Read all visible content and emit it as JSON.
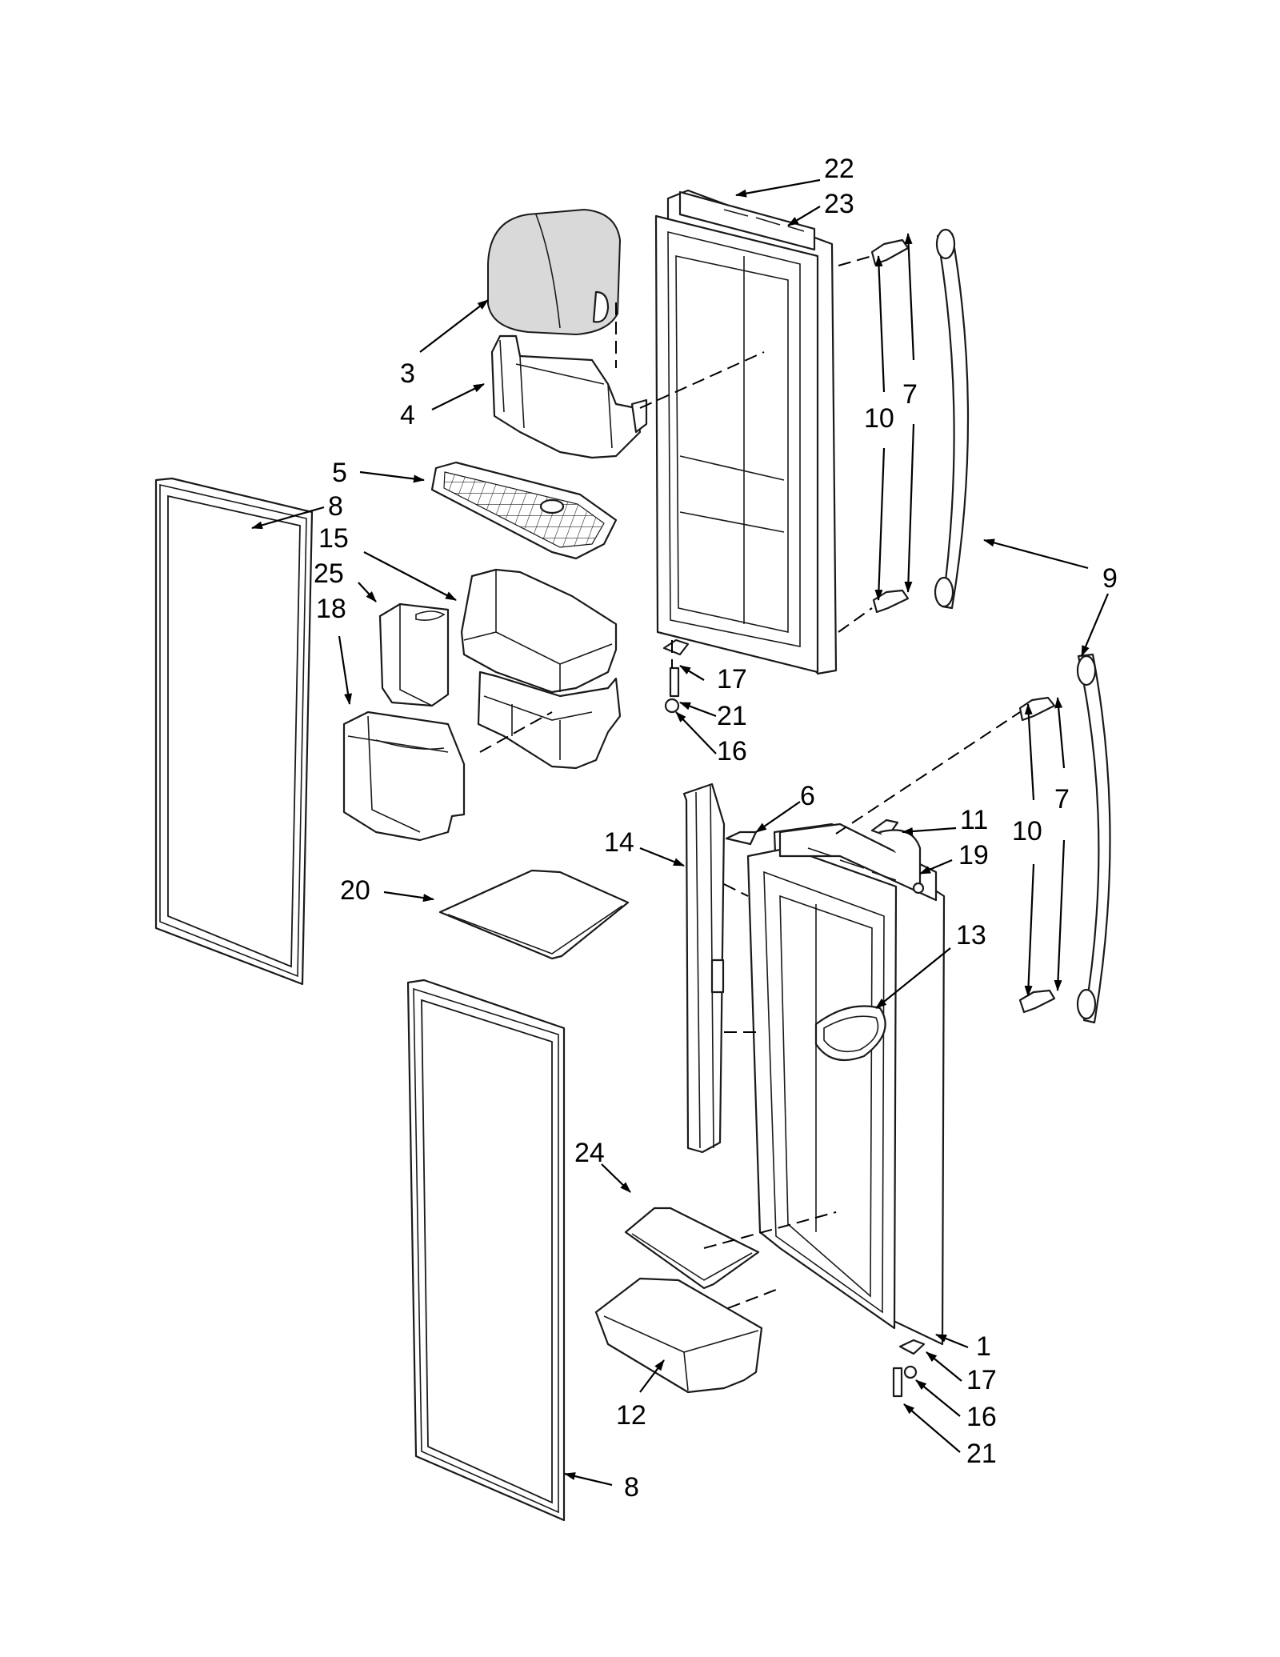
{
  "callouts": [
    {
      "id": "c22",
      "label": "22"
    },
    {
      "id": "c23",
      "label": "23"
    },
    {
      "id": "c3",
      "label": "3"
    },
    {
      "id": "c4",
      "label": "4"
    },
    {
      "id": "c10a",
      "label": "10"
    },
    {
      "id": "c7a",
      "label": "7"
    },
    {
      "id": "c5",
      "label": "5"
    },
    {
      "id": "c8a",
      "label": "8"
    },
    {
      "id": "c15",
      "label": "15"
    },
    {
      "id": "c25",
      "label": "25"
    },
    {
      "id": "c18",
      "label": "18"
    },
    {
      "id": "c9",
      "label": "9"
    },
    {
      "id": "c17a",
      "label": "17"
    },
    {
      "id": "c21a",
      "label": "21"
    },
    {
      "id": "c16a",
      "label": "16"
    },
    {
      "id": "c6",
      "label": "6"
    },
    {
      "id": "c14",
      "label": "14"
    },
    {
      "id": "c11",
      "label": "11"
    },
    {
      "id": "c19",
      "label": "19"
    },
    {
      "id": "c10b",
      "label": "10"
    },
    {
      "id": "c7b",
      "label": "7"
    },
    {
      "id": "c20",
      "label": "20"
    },
    {
      "id": "c13",
      "label": "13"
    },
    {
      "id": "c24",
      "label": "24"
    },
    {
      "id": "c1",
      "label": "1"
    },
    {
      "id": "c17b",
      "label": "17"
    },
    {
      "id": "c16b",
      "label": "16"
    },
    {
      "id": "c21b",
      "label": "21"
    },
    {
      "id": "c12",
      "label": "12"
    },
    {
      "id": "c8b",
      "label": "8"
    }
  ]
}
